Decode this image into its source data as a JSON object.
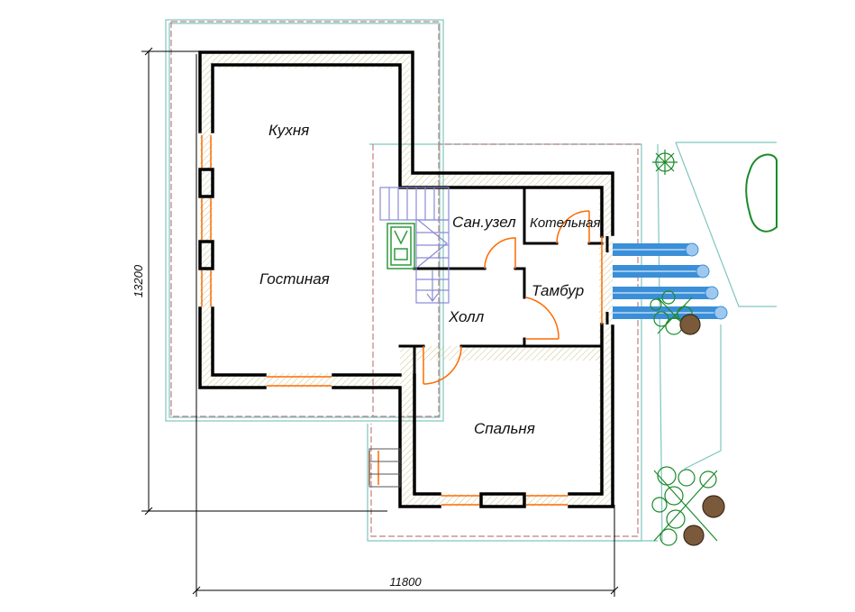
{
  "plan": {
    "rooms": {
      "kitchen": "Кухня",
      "living": "Гостиная",
      "bathroom": "Сан.узел",
      "boiler": "Котельная",
      "vestibule": "Тамбур",
      "hall": "Холл",
      "bedroom": "Спальня"
    },
    "dimensions": {
      "height": "13200",
      "width": "11800"
    }
  },
  "colors": {
    "wall": "#000000",
    "wall_hatch": "#c9c48a",
    "roof_outline": "#c08080",
    "site_outline": "#7fc6bf",
    "window": "#ff6a00",
    "door": "#ff6a00",
    "stair": "#8a8ad8",
    "stove": "#2e9a3a",
    "steps": "#3a8fd8",
    "plants": "#1a8a2a"
  }
}
